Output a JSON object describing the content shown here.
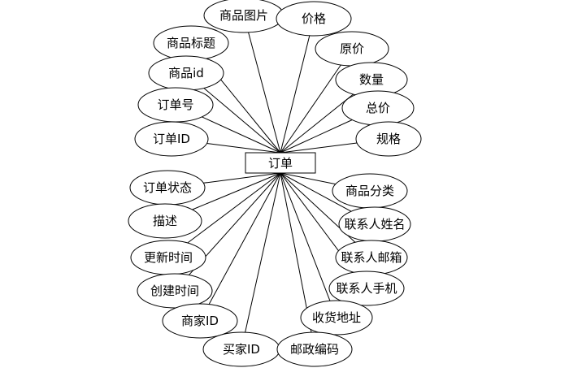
{
  "diagram": {
    "type": "er-attributes",
    "entity": {
      "label": "订单"
    },
    "attributes": [
      {
        "key": "img",
        "label": "商品图片"
      },
      {
        "key": "price",
        "label": "价格"
      },
      {
        "key": "title",
        "label": "商品标题"
      },
      {
        "key": "orig",
        "label": "原价"
      },
      {
        "key": "pid",
        "label": "商品id"
      },
      {
        "key": "qty",
        "label": "数量"
      },
      {
        "key": "orderno",
        "label": "订单号"
      },
      {
        "key": "total",
        "label": "总价"
      },
      {
        "key": "orderid",
        "label": "订单ID"
      },
      {
        "key": "spec",
        "label": "规格"
      },
      {
        "key": "status",
        "label": "订单状态"
      },
      {
        "key": "category",
        "label": "商品分类"
      },
      {
        "key": "desc",
        "label": "描述"
      },
      {
        "key": "cname",
        "label": "联系人姓名"
      },
      {
        "key": "updated",
        "label": "更新时间"
      },
      {
        "key": "cemail",
        "label": "联系人邮箱"
      },
      {
        "key": "created",
        "label": "创建时间"
      },
      {
        "key": "cphone",
        "label": "联系人手机"
      },
      {
        "key": "merchant",
        "label": "商家ID"
      },
      {
        "key": "address",
        "label": "收货地址"
      },
      {
        "key": "buyer",
        "label": "买家ID"
      },
      {
        "key": "zip",
        "label": "邮政编码"
      }
    ],
    "colors": {
      "stroke": "#000000",
      "fill": "#ffffff",
      "text": "#000000"
    }
  }
}
